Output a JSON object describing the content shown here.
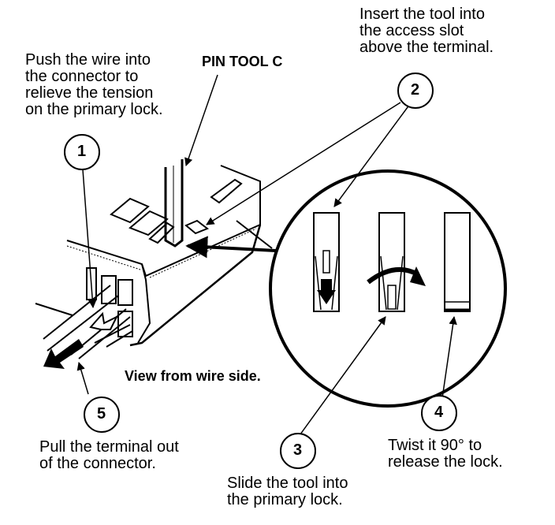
{
  "title_label": "PIN TOOL C",
  "view_label": "View from wire side.",
  "steps": [
    {
      "number": "1",
      "text": "Push the wire into\nthe connector to\nrelieve the tension\non the primary lock."
    },
    {
      "number": "2",
      "text": "Insert the tool into\nthe access slot\nabove the terminal."
    },
    {
      "number": "3",
      "text": "Slide the tool into\nthe primary lock."
    },
    {
      "number": "4",
      "text": "Twist it 90° to\nrelease the lock."
    },
    {
      "number": "5",
      "text": "Pull the terminal out\nof the connector."
    }
  ],
  "colors": {
    "ink": "#000000",
    "paper": "#ffffff"
  }
}
